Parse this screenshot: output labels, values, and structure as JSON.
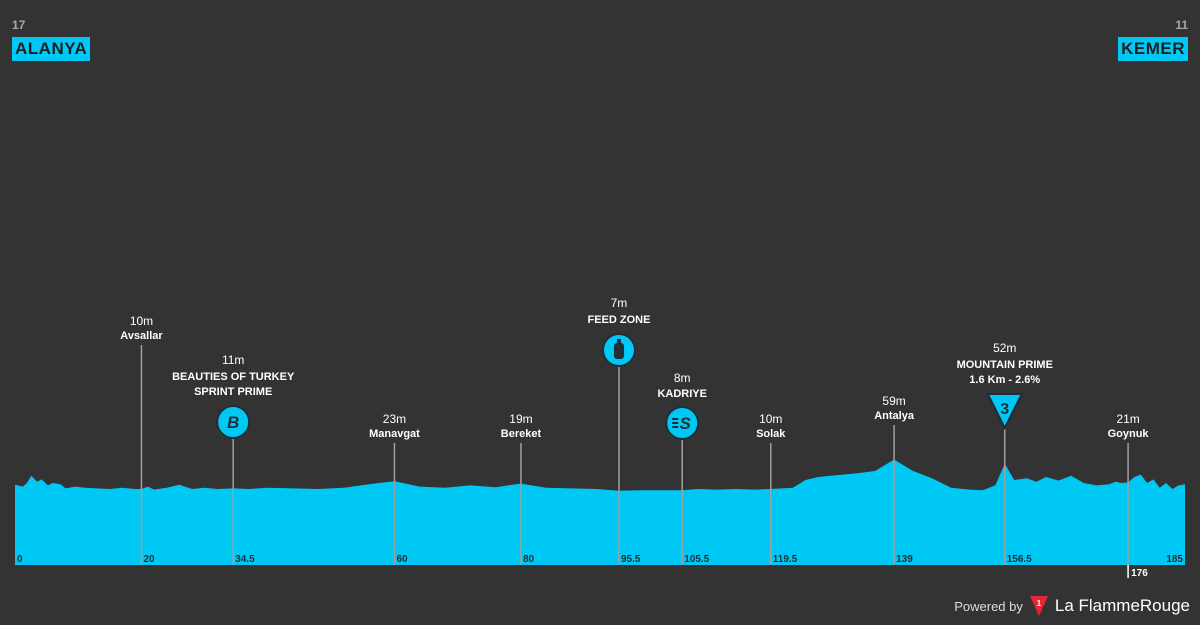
{
  "stage": {
    "start": {
      "name": "ALANYA",
      "altitude": "17"
    },
    "finish": {
      "name": "KEMER",
      "altitude": "11"
    }
  },
  "footer": {
    "powered_by": "Powered by",
    "brand": "La FlammeRouge",
    "brand_icon_glyph": "1"
  },
  "colors": {
    "background": "#333333",
    "profile": "#00c8f5",
    "text": "#ffffff",
    "muted": "#a8a8a8",
    "icon_stroke": "#1f2f38",
    "brand_red": "#e8233a"
  },
  "chart_data": {
    "type": "area",
    "xlim": [
      0,
      185
    ],
    "x_ticks": [
      "0",
      "20",
      "34.5",
      "60",
      "80",
      "95.5",
      "105.5",
      "119.5",
      "139",
      "156.5",
      "185"
    ],
    "x_ticks_numeric": [
      0,
      20,
      34.5,
      60,
      80,
      95.5,
      105.5,
      119.5,
      139,
      156.5,
      185
    ],
    "finish_marker": {
      "km": 176,
      "label": "176"
    },
    "profile": {
      "distance_km": [
        0,
        1.2,
        1.8,
        2.6,
        3.5,
        4.2,
        5.2,
        6,
        7.2,
        8,
        9.5,
        11,
        13,
        15,
        17,
        19,
        20,
        21,
        22,
        24,
        26,
        28,
        30,
        32,
        34.5,
        37,
        40,
        44,
        48,
        52,
        56,
        60,
        64,
        68,
        72,
        76,
        80,
        84,
        88,
        92,
        95.5,
        99,
        102,
        105.5,
        108,
        111,
        114,
        117,
        119.5,
        123,
        125,
        127,
        129,
        133,
        136,
        139,
        142,
        145,
        148,
        151,
        153,
        155,
        156.5,
        158,
        160,
        161.5,
        163,
        165,
        167,
        169,
        171,
        173,
        174,
        175,
        176,
        177,
        178,
        179,
        180,
        181,
        182,
        183,
        184,
        185
      ],
      "elevation_m": [
        17,
        14,
        19,
        32,
        22,
        26,
        16,
        20,
        18,
        11,
        14,
        12,
        11,
        10,
        12,
        10,
        10,
        14,
        9,
        12,
        17,
        10,
        12,
        10,
        11,
        10,
        12,
        11,
        10,
        12,
        18,
        23,
        14,
        12,
        16,
        13,
        19,
        12,
        11,
        10,
        7,
        8,
        8,
        8,
        10,
        9,
        10,
        9,
        10,
        12,
        25,
        30,
        32,
        36,
        40,
        59,
        40,
        28,
        12,
        9,
        8,
        16,
        52,
        25,
        28,
        22,
        30,
        24,
        32,
        20,
        16,
        18,
        22,
        20,
        21,
        30,
        34,
        20,
        26,
        12,
        20,
        10,
        16,
        18
      ]
    },
    "waypoints": [
      {
        "km": 20,
        "km_label": "20",
        "altitude": "10m",
        "name": "Avsallar",
        "icon": "none"
      },
      {
        "km": 34.5,
        "km_label": "34.5",
        "altitude": "11m",
        "name": "BEAUTIES OF TURKEY",
        "name2": "SPRINT PRIME",
        "icon": "b-circle-icon",
        "icon_text": "B"
      },
      {
        "km": 60,
        "km_label": "60",
        "altitude": "23m",
        "name": "Manavgat",
        "icon": "none"
      },
      {
        "km": 80,
        "km_label": "80",
        "altitude": "19m",
        "name": "Bereket",
        "icon": "none"
      },
      {
        "km": 95.5,
        "km_label": "95.5",
        "altitude": "7m",
        "name": "FEED ZONE",
        "icon": "feed-zone-bottle-icon"
      },
      {
        "km": 105.5,
        "km_label": "105.5",
        "altitude": "8m",
        "name": "KADRIYE",
        "icon": "sprint-s-icon",
        "icon_text": "S"
      },
      {
        "km": 119.5,
        "km_label": "119.5",
        "altitude": "10m",
        "name": "Solak",
        "icon": "none"
      },
      {
        "km": 139,
        "km_label": "139",
        "altitude": "59m",
        "name": "Antalya",
        "icon": "none"
      },
      {
        "km": 156.5,
        "km_label": "156.5",
        "altitude": "52m",
        "name": "MOUNTAIN PRIME",
        "name2": "1.6 Km - 2.6%",
        "icon": "category-3-climb-icon",
        "icon_text": "3"
      },
      {
        "km": 176,
        "km_label": "",
        "altitude": "21m",
        "name": "Goynuk",
        "icon": "none"
      }
    ]
  }
}
